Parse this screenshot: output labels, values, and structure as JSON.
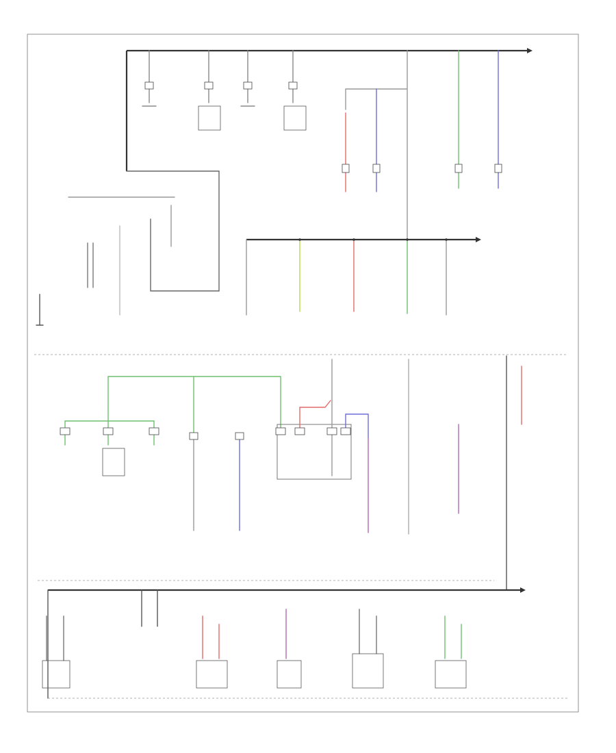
{
  "title": "",
  "footer_tag": "",
  "colors": {
    "black": "#b5b5b5",
    "red": "#e36a6a",
    "blue": "#6f6fd8",
    "green": "#6ec06e",
    "yellow_green": "#b7d84f",
    "violet": "#b06ab0",
    "bus": "#333333"
  },
  "icons": [
    "ground-symbol",
    "connector-symbol",
    "splice-dot",
    "arrow-icon"
  ]
}
